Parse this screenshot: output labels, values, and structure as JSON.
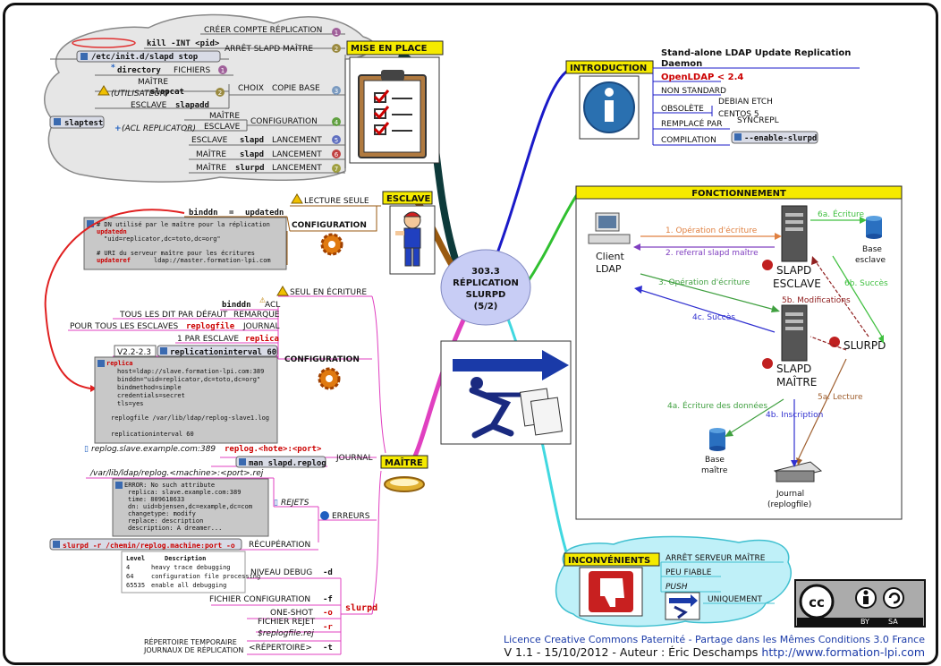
{
  "center": {
    "l1": "303.3",
    "l2": "RÉPLICATION",
    "l3": "SLURPD",
    "l4": "(5/2)"
  },
  "mise_en_place": {
    "title": "MISE EN PLACE",
    "creer": "CRÉER COMPTE RÉPLICATION",
    "kill": "kill -INT <pid>",
    "arret": "ARRÊT SLAPD MAÎTRE",
    "init": "/etc/init.d/slapd stop",
    "directory": "directory",
    "fichiers": "FICHIERS",
    "maitre": "MAÎTRE",
    "slapcat": "slapcat",
    "utilisateur": "(UTILISATEUR)",
    "choix": "CHOIX",
    "copie": "COPIE BASE",
    "esclave": "ESCLAVE",
    "slapadd": "slapadd",
    "slaptest": "slaptest",
    "acl_repl": "(ACL REPLICATOR)",
    "maitre2": "MAÎTRE",
    "esclave2": "ESCLAVE",
    "configuration": "CONFIGURATION",
    "lanc1_role": "ESCLAVE",
    "lanc1_cmd": "slapd",
    "lanc1": "LANCEMENT",
    "lanc2_role": "MAÎTRE",
    "lanc2_cmd": "slapd",
    "lanc2": "LANCEMENT",
    "lanc3_role": "MAÎTRE",
    "lanc3_cmd": "slurpd",
    "lanc3": "LANCEMENT",
    "badges": [
      "1",
      "2",
      "1",
      "2",
      "3",
      "4",
      "5",
      "6",
      "7"
    ]
  },
  "esclave": {
    "title": "ESCLAVE",
    "lecture": "LECTURE SEULE",
    "configuration": "CONFIGURATION",
    "binddn": "binddn",
    "eq": "=",
    "updatedn": "updatedn",
    "code": [
      "# DN utilisé par le maître pour la réplication",
      "updatedn",
      "\"uid=replicator,dc=toto,dc=org\"",
      "",
      "# URI du serveur maître pour les écritures",
      "updateref",
      "ldap://master.formation-lpi.com"
    ]
  },
  "maitre": {
    "title": "MAÎTRE",
    "seul": "SEUL EN ÉCRITURE",
    "configuration": "CONFIGURATION",
    "binddn": "binddn",
    "acl": "ACL",
    "tous_dit": "TOUS LES DIT PAR DÉFAUT",
    "remarque": "REMARQUE",
    "pour_tous": "POUR TOUS LES ESCLAVES",
    "replogfile": "replogfile",
    "journal": "JOURNAL",
    "par_esclave": "1 PAR ESCLAVE",
    "replica": "replica",
    "version": "V2.2-2.3",
    "interval": "replicationinterval 60",
    "code": [
      "replica",
      "host=ldap://slave.formation-lpi.com:389",
      "binddn=\"uid=replicator,dc=toto,dc=org\"",
      "bindmethod=simple",
      "credentials=secret",
      "tls=yes",
      "",
      "replogfile /var/lib/ldap/replog-slave1.log",
      "",
      "replicationinterval 60"
    ],
    "replog_file": "replog.slave.example.com:389",
    "replog_host": "replog.<hote>:<port>",
    "journal2": "JOURNAL",
    "man": "man slapd.replog",
    "rej_path": "/var/lib/ldap/replog.<machine>:<port>.rej",
    "err_code": [
      "ERROR: No such attribute",
      "replica: slave.example.com:389",
      "time: 809618633",
      "dn: uid=bjensen,dc=example,dc=com",
      "changetype: modify",
      "replace: description",
      "description: A dreamer..."
    ],
    "rejets": "REJETS",
    "erreurs": "ERREURS",
    "slurpd_r": "slurpd -r /chemin/replog.machine:port -o",
    "recuperation": "RÉCUPÉRATION",
    "debug_head": [
      "Level",
      "Description"
    ],
    "debug_rows": [
      [
        "4",
        "heavy trace debugging"
      ],
      [
        "64",
        "configuration file processing"
      ],
      [
        "65535",
        "enable all debugging"
      ]
    ],
    "niveau": "NIVEAU DEBUG",
    "opt_d": "-d",
    "fichier_conf": "FICHIER CONFIGURATION",
    "opt_f": "-f",
    "oneshot": "ONE-SHOT",
    "opt_o": "-o",
    "fichier_rejet": "FICHIER REJET",
    "replogfile_rej": "$replogfile.rej",
    "opt_r": "-r",
    "rep_temp1": "RÉPERTOIRE TEMPORAIRE",
    "rep_temp2": "JOURNAUX DE RÉPLICATION",
    "repertoire": "<RÉPERTOIRE>",
    "opt_t": "-t",
    "slurpd": "slurpd"
  },
  "introduction": {
    "title": "INTRODUCTION",
    "desc1": "Stand-alone LDAP Update Replication",
    "desc2": "Daemon",
    "openldap": "OpenLDAP < 2.4",
    "non_standard": "NON STANDARD",
    "obsolete": "OBSOLÈTE",
    "debian": "DEBIAN ETCH",
    "centos": "CENTOS 5",
    "remplace": "REMPLACÉ PAR",
    "syncrepl": "SYNCREPL",
    "compilation": "COMPILATION",
    "enable": "--enable-slurpd"
  },
  "fonctionnement": {
    "title": "FONCTIONNEMENT",
    "client1": "Client",
    "client2": "LDAP",
    "op1": "1. Opération d'écriture",
    "op2": "2. referral slapd maître",
    "op3": "3. Opération d'écriture",
    "op4c": "4c. Succès",
    "op6a": "6a. Écriture",
    "op6b": "6b. Succès",
    "op5b": "5b. Modifications",
    "op5a": "5a. Lecture",
    "op4a": "4a. Écriture des données",
    "op4b": "4b. Inscription",
    "slapd_esc1": "SLAPD",
    "slapd_esc2": "ESCLAVE",
    "slapd_mai1": "SLAPD",
    "slapd_mai2": "MAÎTRE",
    "slurpd": "SLURPD",
    "base_esc1": "Base",
    "base_esc2": "esclave",
    "base_mai1": "Base",
    "base_mai2": "maître",
    "journal1": "Journal",
    "journal2": "(replogfile)"
  },
  "inconvenients": {
    "title": "INCONVÉNIENTS",
    "arret": "ARRÊT SERVEUR MAÎTRE",
    "fiable": "PEU FIABLE",
    "push": "PUSH",
    "uniquement": "UNIQUEMENT"
  },
  "license": {
    "cc": "cc",
    "by": "BY",
    "sa": "SA",
    "line1": "Licence Creative Commons  Paternité - Partage dans les Mêmes Conditions 3.0 France",
    "line2a": "V 1.1 - 15/10/2012 -  Auteur : Éric Deschamps ",
    "line2b": "http://www.formation-lpi.com"
  },
  "colors": {
    "mise": "#4a5a70",
    "esclave": "#c07a1a",
    "maitre": "#e040c0",
    "intro": "#2020c0",
    "fonct": "#30c030",
    "inconv": "#40d8e0",
    "center": "#c8cdf5"
  }
}
